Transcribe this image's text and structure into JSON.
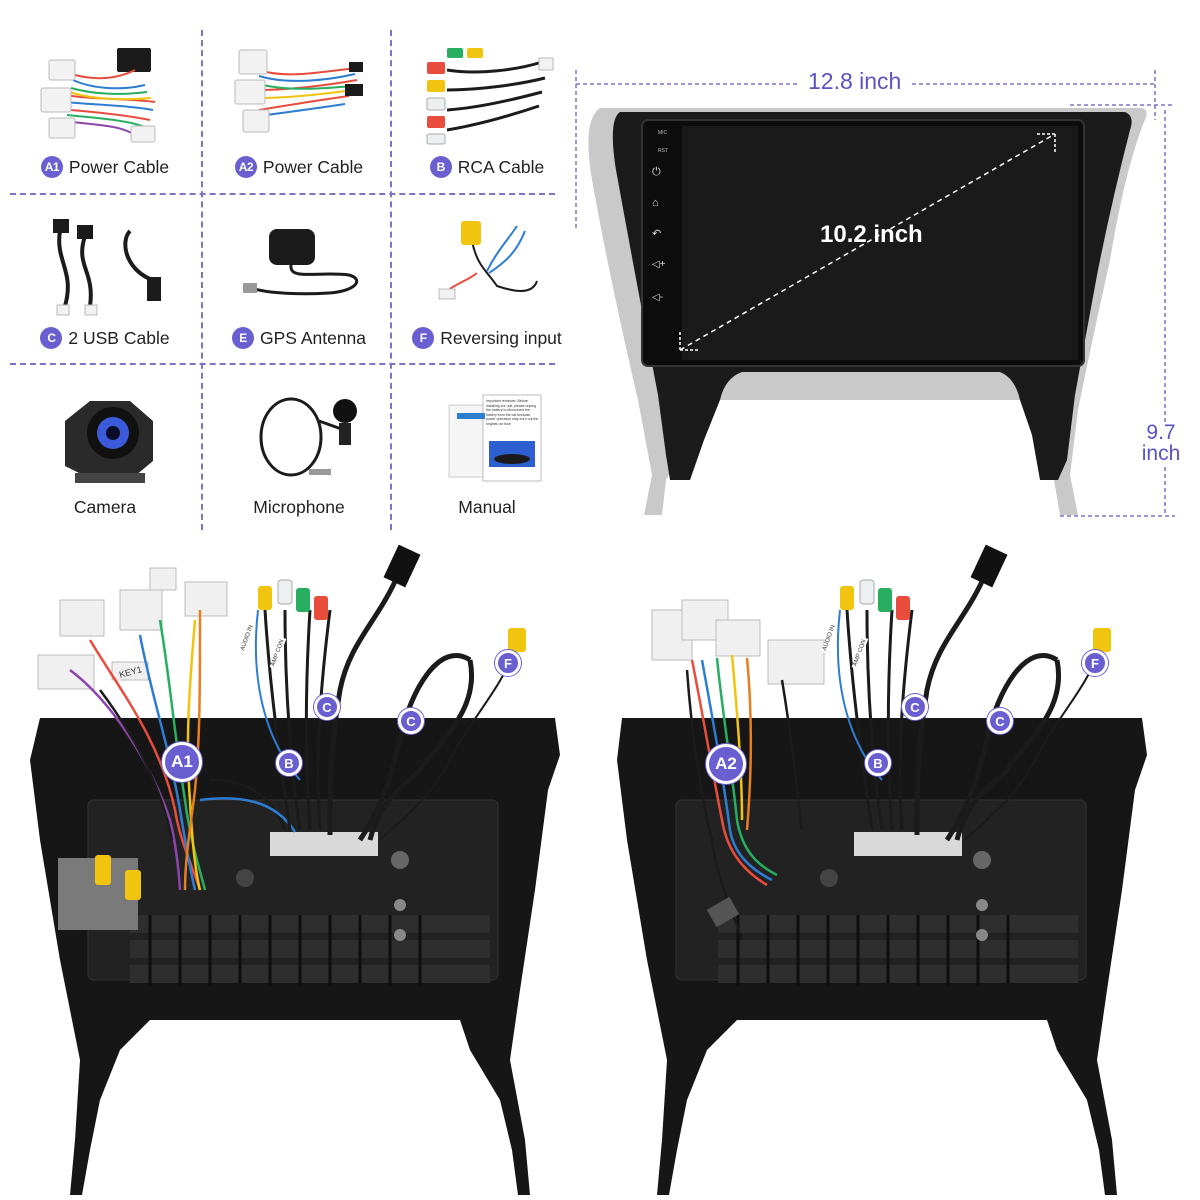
{
  "accessories": [
    {
      "badge": "A1",
      "label": "Power Cable"
    },
    {
      "badge": "A2",
      "label": "Power Cable"
    },
    {
      "badge": "B",
      "label": "RCA Cable"
    },
    {
      "badge": "C",
      "label": "2 USB Cable"
    },
    {
      "badge": "E",
      "label": "GPS Antenna"
    },
    {
      "badge": "F",
      "label": "Reversing input"
    },
    {
      "badge": "",
      "label": "Camera"
    },
    {
      "badge": "",
      "label": "Microphone"
    },
    {
      "badge": "",
      "label": "Manual"
    }
  ],
  "dimensions": {
    "width": "12.8 inch",
    "diagonal": "10.2 inch",
    "height_value": "9.7",
    "height_unit": "inch"
  },
  "screen_buttons": [
    "MIC",
    "RST"
  ],
  "manual_text": "Important reminder: Before installing our unit, please unplug the battery to disconnect the battery from the car,because power operation may burn out the original car fuse",
  "panel_left": {
    "markers": {
      "a": "A1",
      "b": "B",
      "c1": "C",
      "c2": "C",
      "f": "F"
    },
    "tags": [
      "KEY1",
      "AUDIO IN",
      "AMP CON"
    ]
  },
  "panel_right": {
    "markers": {
      "a": "A2",
      "b": "B",
      "c1": "C",
      "c2": "C",
      "f": "F"
    },
    "tags": [
      "AUDIO IN",
      "AMP CON"
    ]
  },
  "colors": {
    "accent": "#6a5fd0",
    "dashed": "#7b74c9",
    "frame": "#1b1b1b",
    "silver": "#c8c8c8"
  }
}
